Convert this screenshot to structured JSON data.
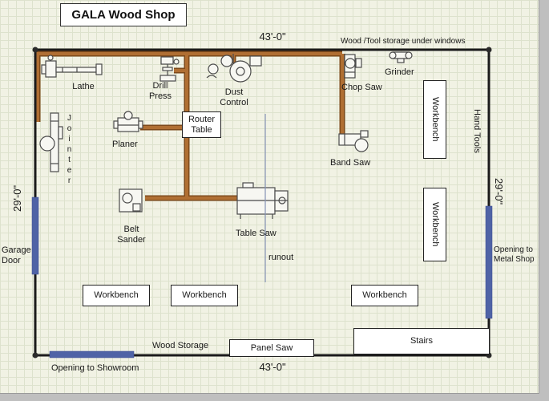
{
  "title": "GALA Wood Shop",
  "dims": {
    "top": "43'-0\"",
    "bottom": "43'-0\"",
    "left": "29'-0\"",
    "right": "29'-0\""
  },
  "notes": {
    "storage": "Wood /Tool storage under windows",
    "runout": "runout",
    "wood_storage": "Wood Storage",
    "showroom": "Opening to Showroom",
    "garage_door": "Garage\nDoor",
    "metal_shop": "Opening to\nMetal Shop",
    "hand_tools": "Hand Tools"
  },
  "machines": {
    "lathe": "Lathe",
    "drill_press": "Drill\nPress",
    "dust_control": "Dust\nControl",
    "chop_saw": "Chop Saw",
    "grinder": "Grinder",
    "router_table": "Router\nTable",
    "planer": "Planer",
    "band_saw": "Band Saw",
    "jointer": "Jointer",
    "belt_sander": "Belt\nSander",
    "table_saw": "Table Saw",
    "panel_saw": "Panel Saw",
    "stairs": "Stairs"
  },
  "workbench_label": "Workbench",
  "colors": {
    "duct": "#b06f33",
    "duct_dark": "#7d4a1c",
    "door_blue": "#4f63a6",
    "wall": "#1b1b1b",
    "paper": "#f1f2e4",
    "grid_line": "#dde2cd"
  }
}
